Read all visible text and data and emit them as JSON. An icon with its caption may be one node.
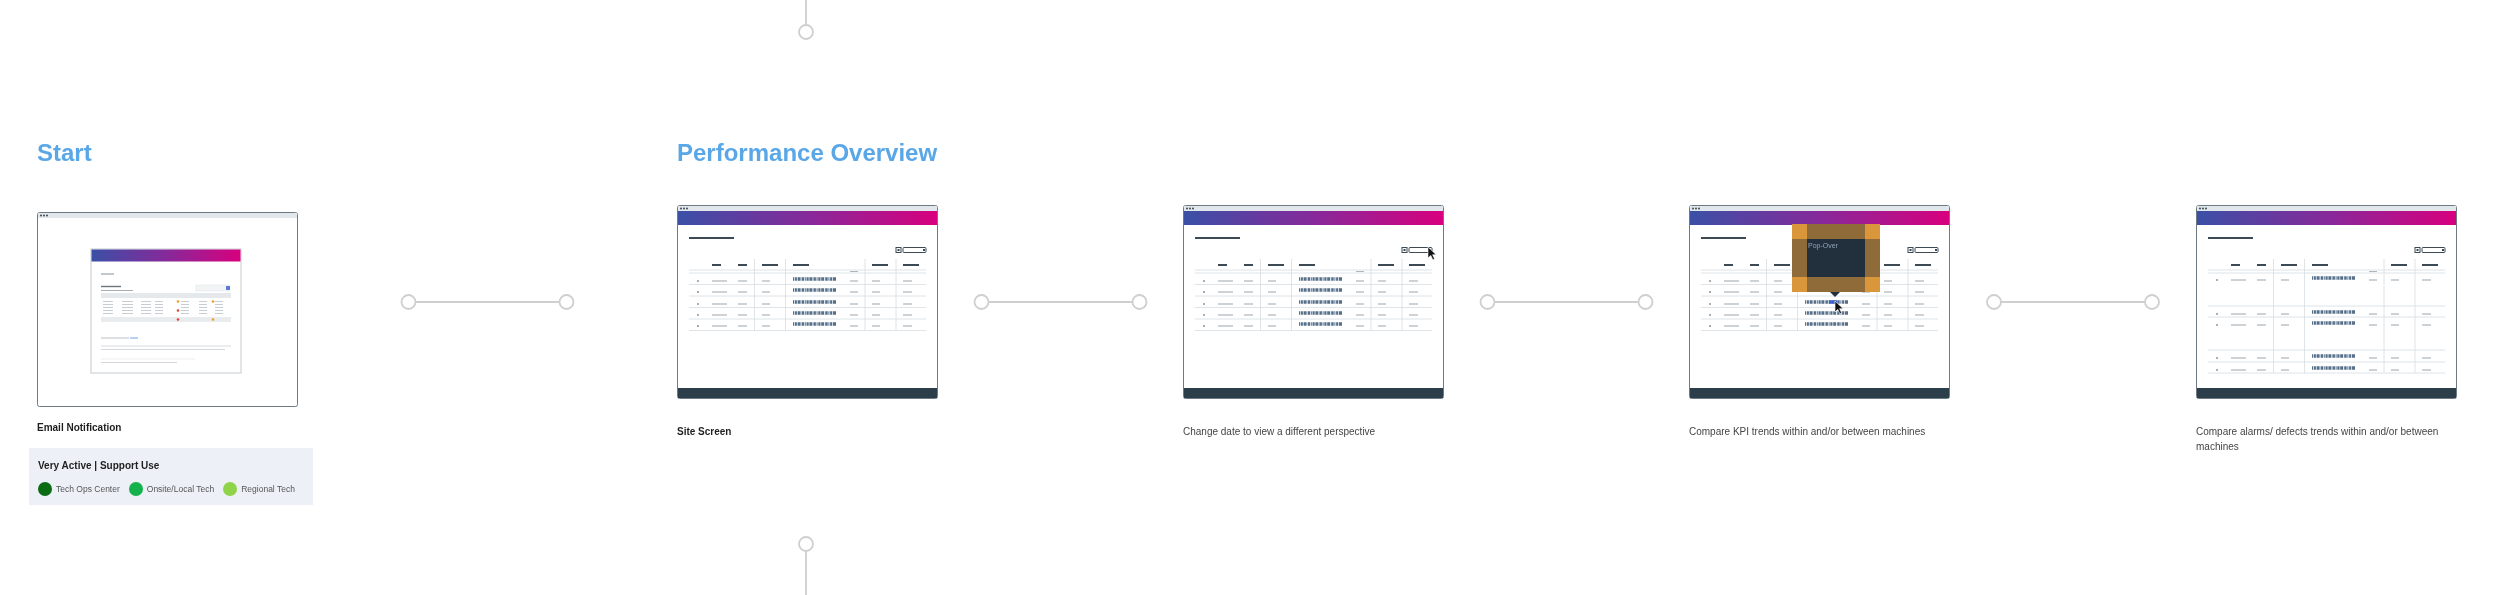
{
  "diagram": {
    "nodes": [
      {
        "text": [
          "Email Notification"
        ]
      },
      {
        "text": [
          "Site Screen"
        ]
      },
      {
        "text": [
          "Change date to view a different perspective"
        ]
      },
      {
        "text": [
          "Compare KPI trends within and/or between machines"
        ]
      },
      {
        "text": [
          "Compare alarms/ defects trends within and/or between machines"
        ]
      }
    ],
    "edges": [
      {
        "from": 0,
        "to": 1,
        "arrow": "other"
      },
      {
        "from": 1,
        "to": 2,
        "arrow": "other"
      },
      {
        "from": 2,
        "to": 3,
        "arrow": "other"
      },
      {
        "from": 3,
        "to": 4,
        "arrow": "other"
      }
    ],
    "labels": [
      "Start",
      "Performance Overview",
      "Pop-Over",
      "Very Active | Support Use"
    ],
    "legend": [
      {
        "text": "Tech Ops Center",
        "color": "#0b6b12"
      },
      {
        "text": "Onsite/Local Tech",
        "color": "#14b24c"
      },
      {
        "text": "Regional Tech",
        "color": "#8fd448"
      }
    ]
  }
}
